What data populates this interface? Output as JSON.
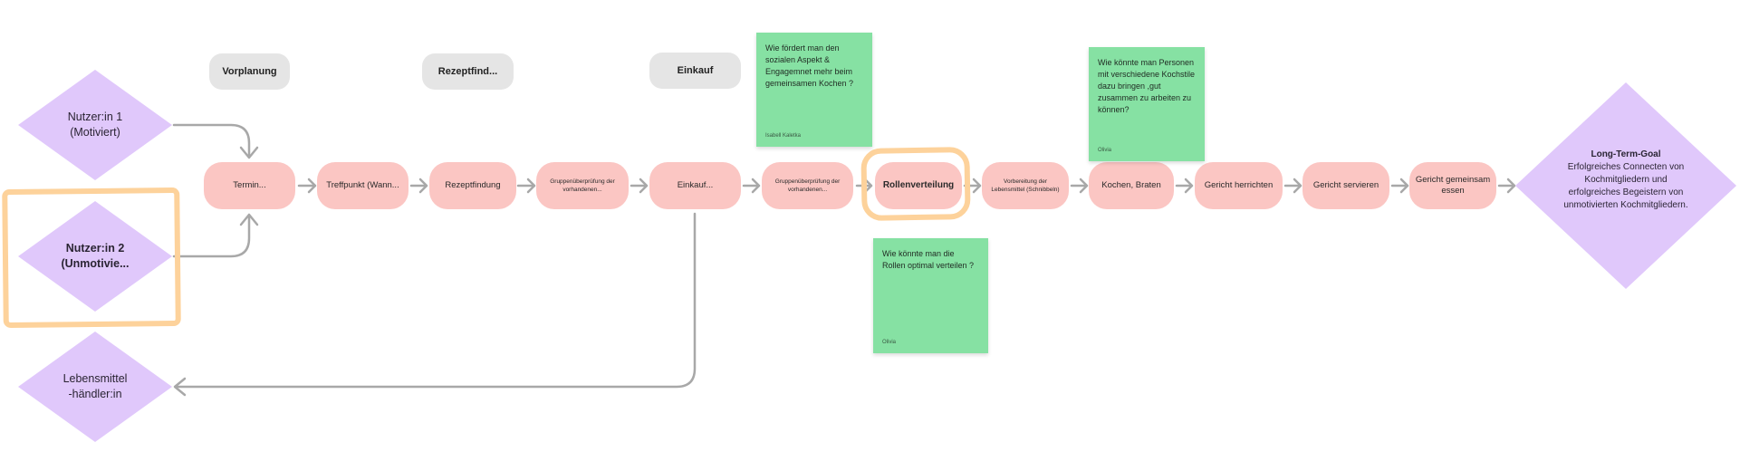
{
  "phases": {
    "vorplanung": "Vorplanung",
    "rezeptfindung": "Rezeptfind...",
    "einkauf": "Einkauf"
  },
  "actors": {
    "motiviert_line1": "Nutzer:in  1",
    "motiviert_line2": "(Motiviert)",
    "unmotiviert_line1": "Nutzer:in 2",
    "unmotiviert_line2": "(Unmotivie...",
    "haendler_line1": "Lebensmittel",
    "haendler_line2": "-händler:in"
  },
  "steps": [
    {
      "label": "Termin..."
    },
    {
      "label": "Treffpunkt (Wann..."
    },
    {
      "label": "Rezeptfindung"
    },
    {
      "label": "Gruppenüberprüfung der vorhandenen..."
    },
    {
      "label": "Einkauf..."
    },
    {
      "label": "Gruppenüberprüfung der vorhandenen..."
    },
    {
      "label": "Rollenverteilung"
    },
    {
      "label": "Vorbereitung der Lebensmittel (Schnibbeln)"
    },
    {
      "label": "Kochen, Braten"
    },
    {
      "label": "Gericht herrichten"
    },
    {
      "label": "Gericht servieren"
    },
    {
      "label": "Gericht gemeinsam essen"
    }
  ],
  "goal": {
    "title": "Long-Term-Goal",
    "text": "Erfolgreiches Connecten von Kochmitgliedern und erfolgreiches Begeistern von unmotivierten Kochmitgliedern."
  },
  "stickies": [
    {
      "text": "Wie fördert man den sozialen Aspekt & Engagemnet mehr beim gemeinsamen Kochen ?",
      "author": "Isabell Kaletka"
    },
    {
      "text": "Wie könnte man Personen mit verschiedene Kochstile dazu bringen ,gut zusammen zu arbeiten zu können?",
      "author": "Olivia"
    },
    {
      "text": "Wie könnte man die Rollen optimal verteilen ?",
      "author": "Olivia"
    }
  ],
  "colors": {
    "actor_diamond": "#e0c8fb",
    "phase": "#e5e5e5",
    "step": "#fbc6c3",
    "sticky": "#86e1a3",
    "highlight": "#fdd29b",
    "connector": "#a8a8a8"
  }
}
